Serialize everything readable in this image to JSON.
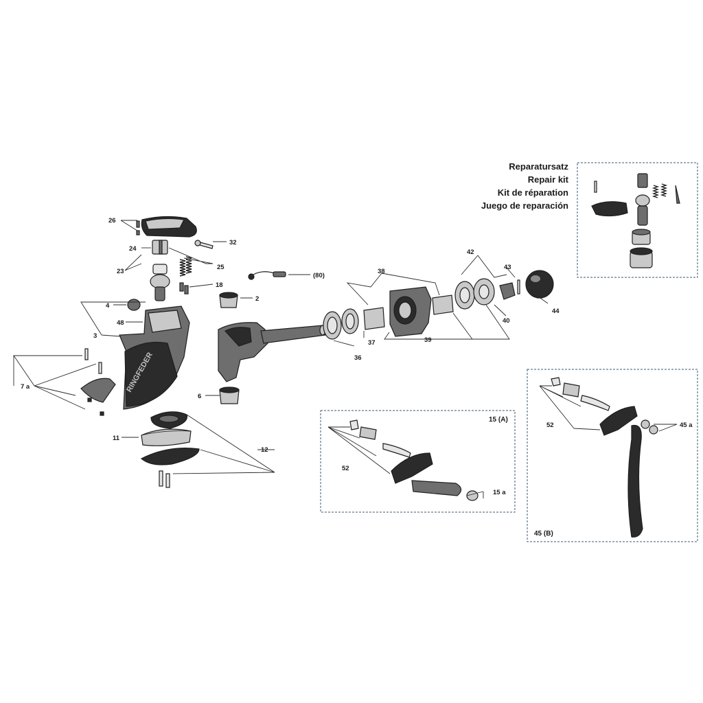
{
  "repair_kit": {
    "title_de": "Reparatursatz",
    "title_en": "Repair kit",
    "title_fr": "Kit de réparation",
    "title_es": "Juego de reparación"
  },
  "callouts": {
    "c26": "26",
    "c32": "32",
    "c24": "24",
    "c23": "23",
    "c25": "25",
    "c18": "18",
    "c80": "(80)",
    "c2": "2",
    "c4": "4",
    "c48": "48",
    "c3": "3",
    "c7a": "7 a",
    "c6": "6",
    "c11": "11",
    "c12": "12",
    "c38": "38",
    "c42": "42",
    "c43": "43",
    "c44": "44",
    "c40": "40",
    "c39": "39",
    "c37": "37",
    "c36": "36"
  },
  "variant_a": {
    "label": "15 (A)",
    "c52": "52",
    "c15a": "15 a"
  },
  "variant_b": {
    "label": "45 (B)",
    "c52": "52",
    "c45a": "45 a"
  },
  "embossed_text": "RINGFEDER",
  "colors": {
    "outline": "#1e1e1e",
    "dark": "#2b2b2b",
    "box_border": "#3c5570"
  }
}
